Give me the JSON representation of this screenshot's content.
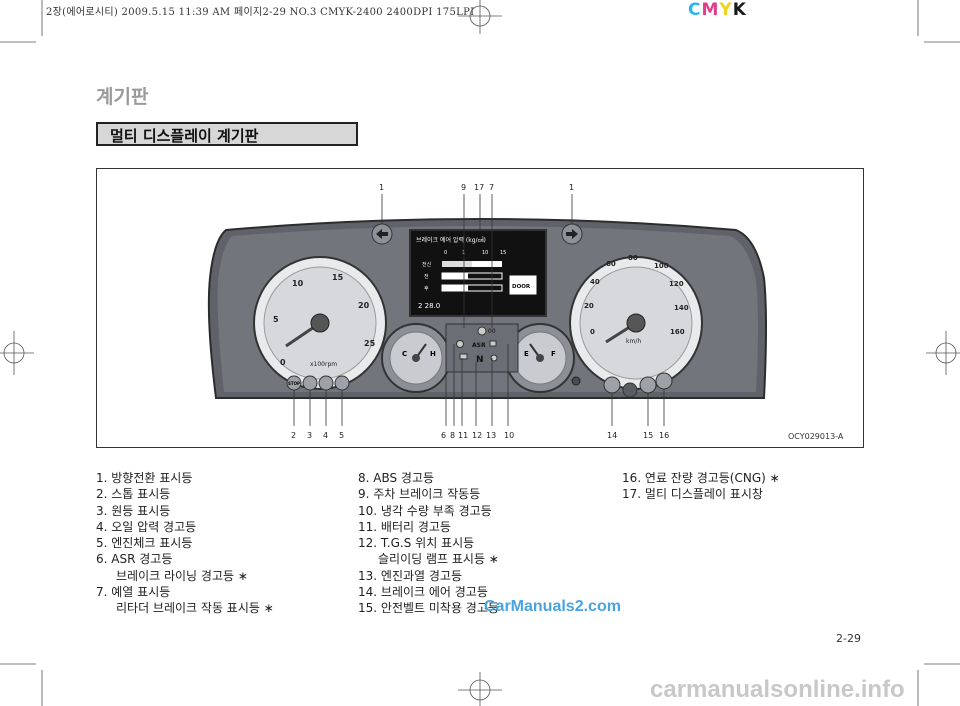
{
  "print_header": "2장(에어로시티)  2009.5.15 11:39 AM  페이지2-29   NO.3 CMYK-2400 2400DPI 175LPI",
  "cmyk": [
    {
      "letter": "C",
      "color": "#2ab6e8"
    },
    {
      "letter": "M",
      "color": "#e33d8a"
    },
    {
      "letter": "Y",
      "color": "#f1d21d"
    },
    {
      "letter": "K",
      "color": "#1a1a1a"
    }
  ],
  "section_title": "계기판",
  "subtitle": "멀티 디스플레이 계기판",
  "figure": {
    "code": "OCY029013-A",
    "top_callouts": [
      "1",
      "9",
      "17",
      "7",
      "1"
    ],
    "bottom_callouts_left": [
      "2",
      "3",
      "4",
      "5"
    ],
    "bottom_callouts_mid": [
      "6",
      "8",
      "11",
      "12",
      "13",
      "10"
    ],
    "bottom_callouts_right": [
      "14",
      "15",
      "16"
    ],
    "tacho_ticks": [
      "0",
      "5",
      "10",
      "15",
      "20",
      "25"
    ],
    "tacho_unit": "x100rpm",
    "speedo_ticks": [
      "0",
      "20",
      "40",
      "60",
      "80",
      "100",
      "120",
      "140",
      "160"
    ],
    "speedo_unit": "km/h",
    "display_header": "브레이크 에어 압력 (kg/㎠)",
    "display_scale": [
      "0",
      "1",
      "10",
      "15"
    ],
    "display_rows": [
      "전신",
      "전",
      "후"
    ],
    "display_door": "DOOR",
    "display_odo": "2 28.0",
    "temp_labels": [
      "C",
      "H"
    ],
    "fuel_labels": [
      "E",
      "F"
    ],
    "center_indicators": [
      "ASR",
      "N"
    ],
    "left_indicators": [
      "STOP"
    ]
  },
  "legend_col1": [
    {
      "text": "1. 방향전환 표시등",
      "sub": false
    },
    {
      "text": "2. 스톱 표시등",
      "sub": false
    },
    {
      "text": "3. 원등 표시등",
      "sub": false
    },
    {
      "text": "4. 오일 압력 경고등",
      "sub": false
    },
    {
      "text": "5. 엔진체크 표시등",
      "sub": false
    },
    {
      "text": "6. ASR 경고등",
      "sub": false
    },
    {
      "text": "브레이크 라이닝 경고등 ∗",
      "sub": true
    },
    {
      "text": "7. 예열 표시등",
      "sub": false
    },
    {
      "text": "리타더 브레이크 작동 표시등 ∗",
      "sub": true
    }
  ],
  "legend_col2": [
    {
      "text": "8. ABS 경고등",
      "sub": false
    },
    {
      "text": "9. 주차 브레이크 작동등",
      "sub": false
    },
    {
      "text": "10. 냉각 수량 부족 경고등",
      "sub": false
    },
    {
      "text": "11. 배터리 경고등",
      "sub": false
    },
    {
      "text": "12. T.G.S 위치 표시등",
      "sub": false
    },
    {
      "text": "슬리이딩 램프 표시등 ∗",
      "sub": true
    },
    {
      "text": "13. 엔진과열 경고등",
      "sub": false
    },
    {
      "text": "14. 브레이크 에어 경고등",
      "sub": false
    },
    {
      "text": "15. 안전벨트 미착용 경고등",
      "sub": false
    }
  ],
  "legend_col3": [
    {
      "text": "16. 연료 잔량 경고등(CNG) ∗",
      "sub": false
    },
    {
      "text": "17. 멀티 디스플레이 표시창",
      "sub": false
    }
  ],
  "page_number": "2-29",
  "watermark_top": "CarManuals2.com",
  "watermark_bottom": "carmanualsonline.info"
}
